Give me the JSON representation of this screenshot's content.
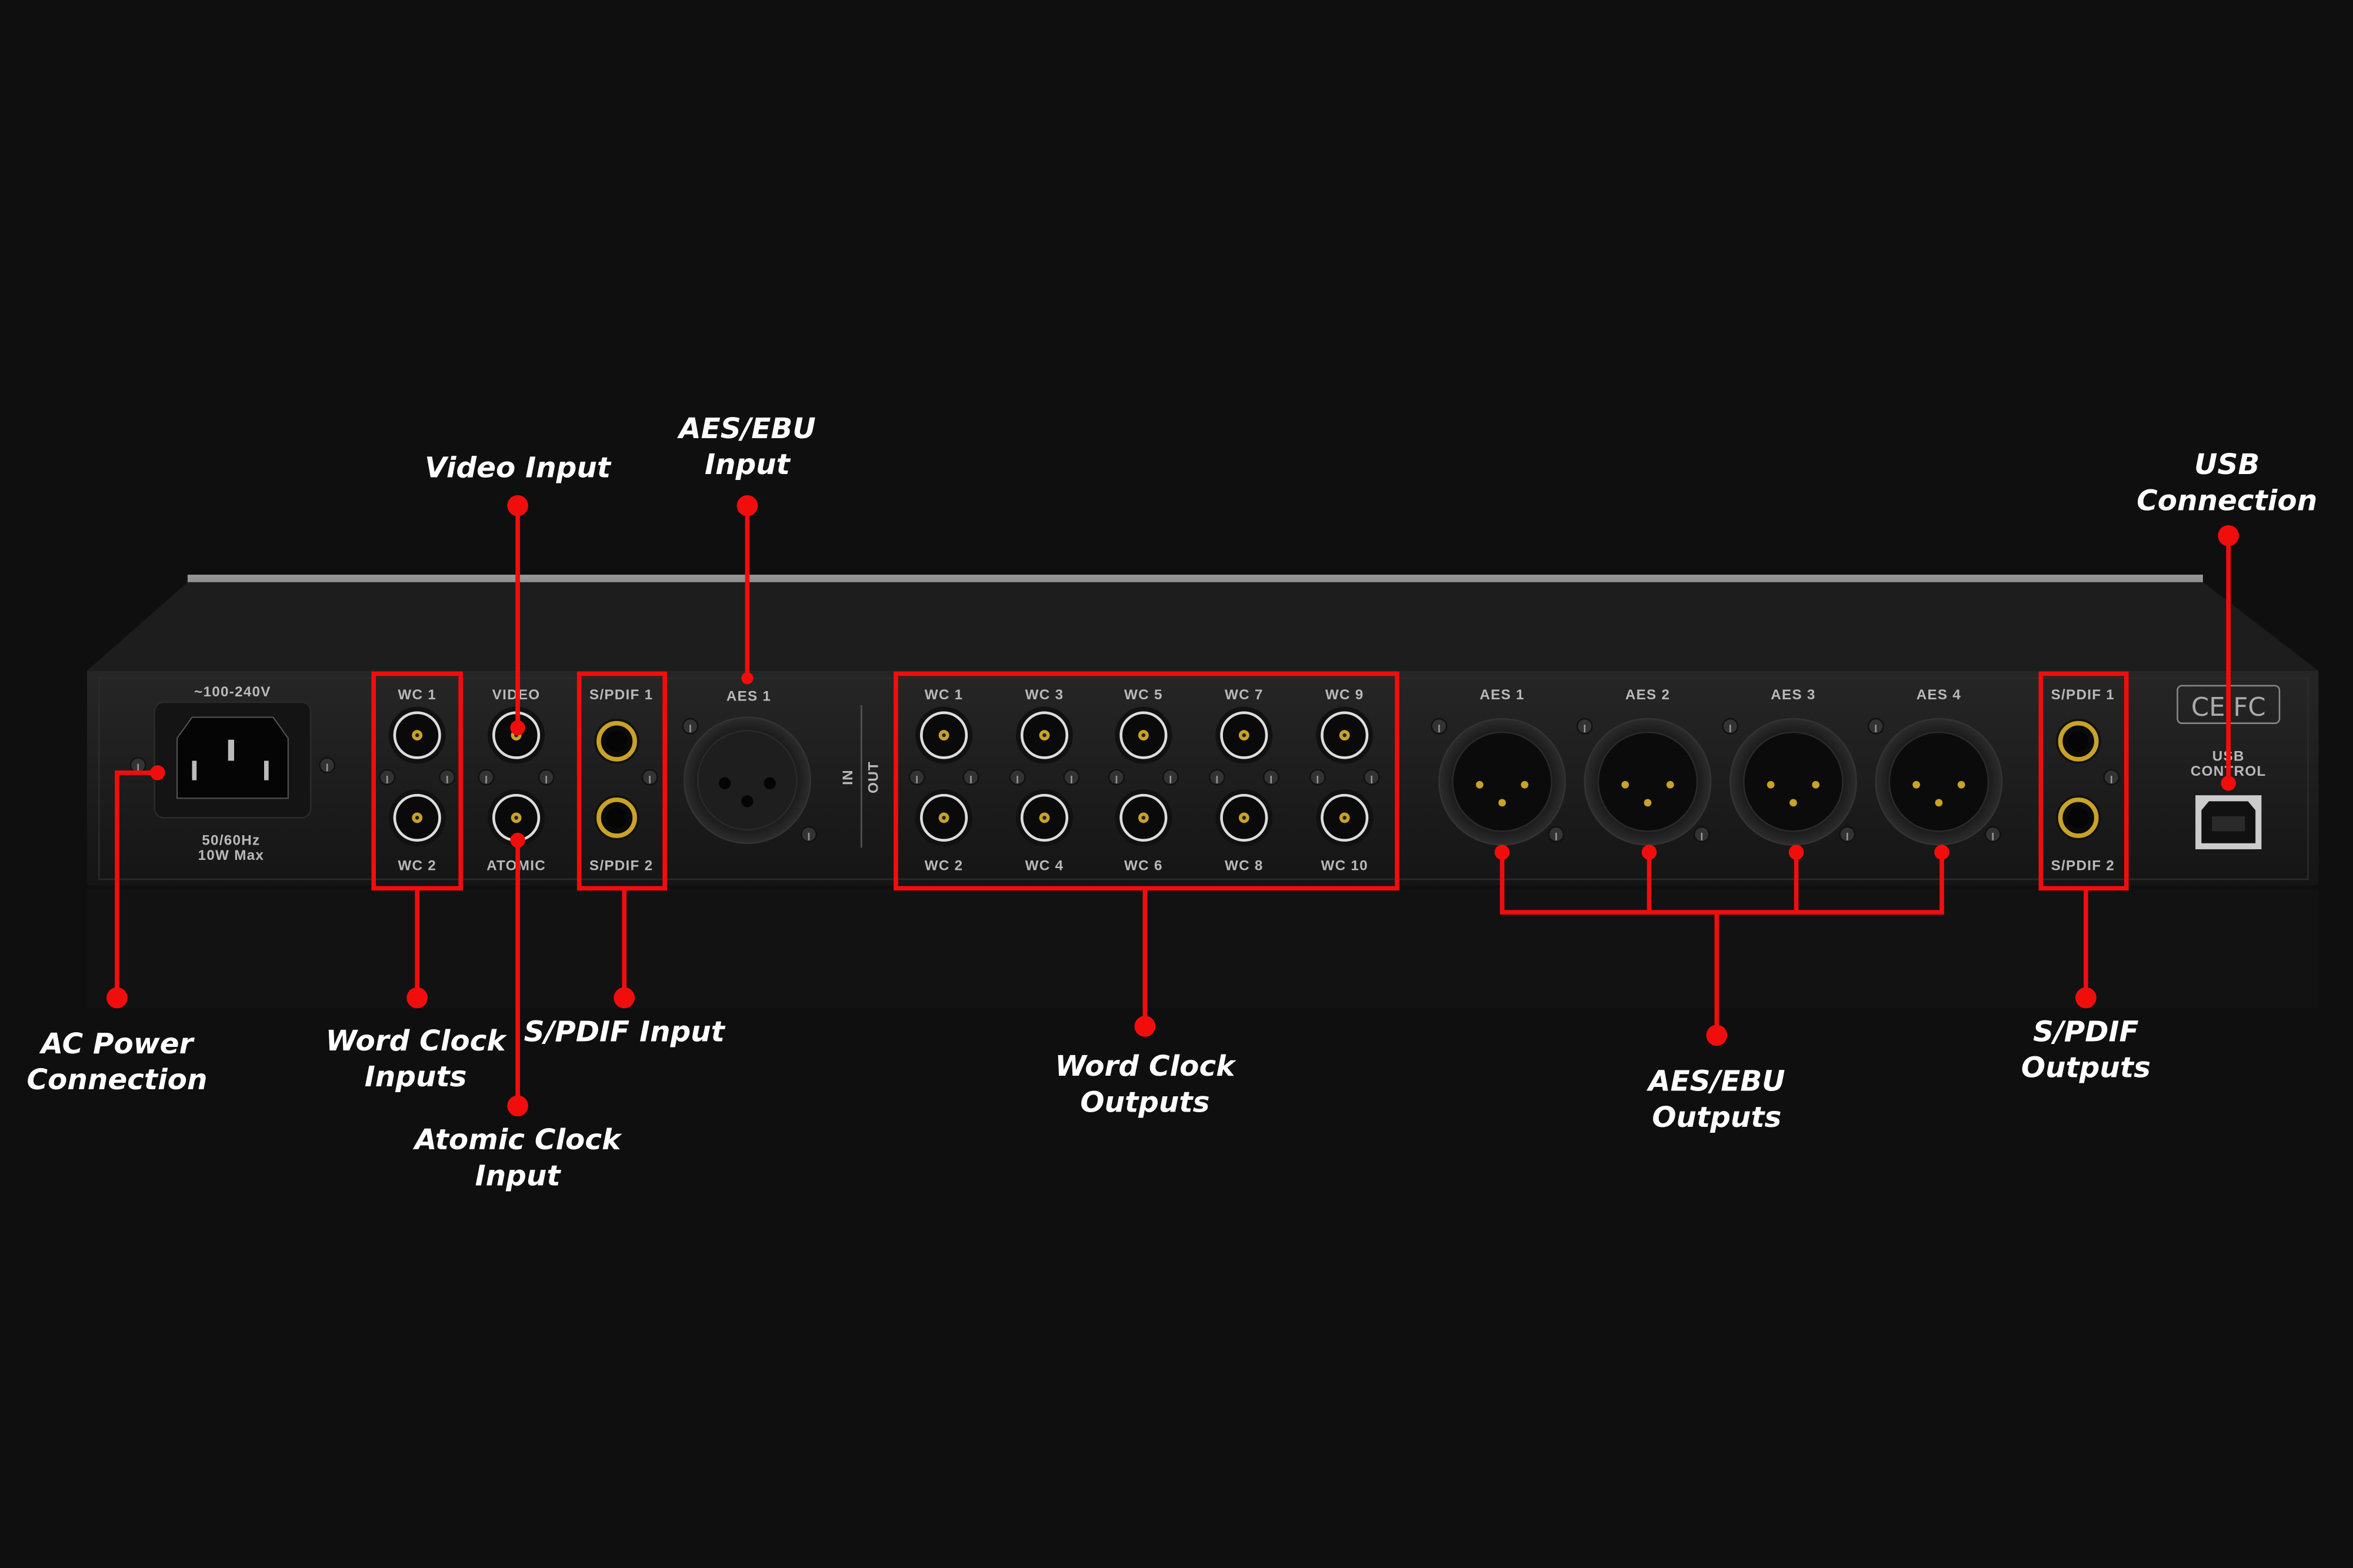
{
  "panel": {
    "power": {
      "voltage": "~100-240V",
      "freq": "50/60Hz",
      "watt": "10W Max"
    },
    "wc_in": {
      "top": "WC 1",
      "bottom": "WC 2"
    },
    "video": {
      "top": "VIDEO",
      "bottom": "ATOMIC"
    },
    "spdif_in": {
      "top": "S/PDIF 1",
      "bottom": "S/PDIF 2"
    },
    "aes_in": "AES 1",
    "in_label": "IN",
    "out_label": "OUT",
    "wc_out_top": [
      "WC 1",
      "WC 3",
      "WC 5",
      "WC 7",
      "WC 9"
    ],
    "wc_out_bottom": [
      "WC 2",
      "WC 4",
      "WC 6",
      "WC 8",
      "WC 10"
    ],
    "aes_out": [
      "AES 1",
      "AES 2",
      "AES 3",
      "AES 4"
    ],
    "spdif_out": {
      "top": "S/PDIF 1",
      "bottom": "S/PDIF 2"
    },
    "cert": "CE FC",
    "usb": {
      "line1": "USB",
      "line2": "CONTROL"
    }
  },
  "callouts": {
    "video_input": "Video Input",
    "aes_input": [
      "AES/EBU",
      "Input"
    ],
    "usb": [
      "USB",
      "Connection"
    ],
    "ac_power": [
      "AC Power",
      "Connection"
    ],
    "wc_inputs": [
      "Word Clock",
      "Inputs"
    ],
    "atomic": [
      "Atomic Clock",
      "Input"
    ],
    "spdif_input": "S/PDIF Input",
    "wc_outputs": [
      "Word Clock",
      "Outputs"
    ],
    "aes_outputs": [
      "AES/EBU",
      "Outputs"
    ],
    "spdif_outputs": [
      "S/PDIF",
      "Outputs"
    ]
  },
  "colors": {
    "accent": "#f20d0d",
    "background": "#0f0f0f",
    "chassis": "#1c1c1c",
    "gold": "#c9a227"
  }
}
